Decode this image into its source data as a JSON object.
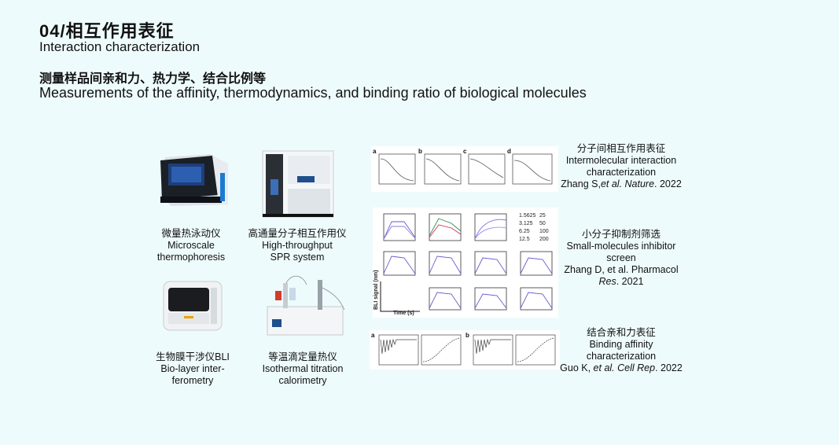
{
  "header": {
    "title": "04/相互作用表征",
    "title_en": "Interaction characterization",
    "subtitle": "测量样品间亲和力、热力学、结合比例等",
    "subtitle_en": "Measurements of the affinity, thermodynamics, and binding ratio of biological molecules"
  },
  "instruments": [
    {
      "cn": "微量热泳动仪",
      "en1": "Microscale",
      "en2": "thermophoresis"
    },
    {
      "cn": "高通量分子相互作用仪",
      "en1": "High-throughput",
      "en2": "SPR system"
    },
    {
      "cn": "生物膜干涉仪BLI",
      "en1": "Bio-layer inter-",
      "en2": "ferometry"
    },
    {
      "cn": "等温滴定量热仪",
      "en1": "Isothermal titration",
      "en2": "calorimetry"
    }
  ],
  "references": [
    {
      "cn": "分子间相互作用表征",
      "en1": "Intermolecular interaction",
      "en2": "characterization",
      "cite_pre": "Zhang S,",
      "cite_it": "et al. Nature",
      "cite_post": ". 2022"
    },
    {
      "cn": "小分子抑制剂筛选",
      "en1": "Small-molecules inhibitor",
      "en2": "screen",
      "cite_pre": "Zhang D, et al. Pharmacol",
      "cite_it": "Res",
      "cite_post": ". 2021"
    },
    {
      "cn": "结合亲和力表征",
      "en1": "Binding affinity",
      "en2": "characterization",
      "cite_pre": "Guo K, ",
      "cite_it": "et al. Cell Rep",
      "cite_post": ". 2022"
    }
  ],
  "figures": {
    "mst_panels": [
      "a",
      "b",
      "c",
      "d"
    ],
    "bli_legend": [
      "1.5625",
      "3.125",
      "6.25",
      "12.5",
      "25",
      "50",
      "100",
      "200"
    ],
    "bli_ylabel": "BLI signal (nm)",
    "bli_xlabel": "Time (s)",
    "itc_panels": [
      "a",
      "b"
    ]
  },
  "colors": {
    "background": "#eefbfc",
    "accent": "#1f6fb2"
  }
}
